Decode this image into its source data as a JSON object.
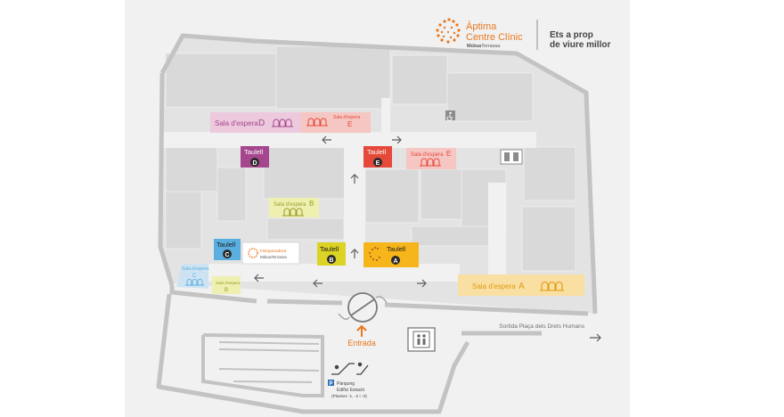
{
  "brand": {
    "name_line1": "Àptima",
    "name_line2": "Centre Clínic",
    "sub_part1": "Mútua",
    "sub_part2": "Terrassa",
    "tagline_line1": "Ets a prop",
    "tagline_line2": "de viure millor",
    "accent_color": "#e8781e"
  },
  "counters": [
    {
      "id": "a",
      "label": "Taulell",
      "letter": "A",
      "color": "#f7b51c"
    },
    {
      "id": "b",
      "label": "Taulell",
      "letter": "B",
      "color": "#dcd324"
    },
    {
      "id": "c",
      "label": "Taulell",
      "letter": "C",
      "color": "#5aafe0"
    },
    {
      "id": "d",
      "label": "Taulell",
      "letter": "D",
      "color": "#a6468e"
    },
    {
      "id": "e",
      "label": "Taulell",
      "letter": "E",
      "color": "#e5493a"
    }
  ],
  "waiting_rooms": {
    "a": {
      "label": "Sala d'espera",
      "letter": "A",
      "color": "#f9dfa2"
    },
    "b_center": {
      "label": "Sala d'espera",
      "letter": "B",
      "color": "#eef0b0"
    },
    "b_small": {
      "label": "Sala d'espera",
      "letter": "B",
      "color": "#eef0b0"
    },
    "c": {
      "label": "Sala d'espera",
      "letter": "C",
      "color": "#cde3f2"
    },
    "d": {
      "label": "Sala d'espera",
      "letter": "D",
      "color": "#ecc9dd"
    },
    "e_left": {
      "label": "Sala d'espera",
      "letter": "E",
      "color": "#f5c6c2"
    },
    "e_right": {
      "label": "Sala d'espera",
      "letter": "E",
      "color": "#f5c6c2"
    }
  },
  "entrance_label": "Entrada",
  "exit_label": "Sortida Plaça dels Drets Humans",
  "parking": {
    "icon": "P",
    "line1": "Pàrquing",
    "line2": "Edifici Estació",
    "line3": "(Plantes -1, -2 i -3)"
  },
  "mutua_box": {
    "line1": "Fisioperadora",
    "line2": "MútuaTerrassa"
  },
  "icons": [
    "wheelchair-icon",
    "toilets-icon",
    "elevator-icon",
    "escalator-icon",
    "revolving-door-icon",
    "arrow-icon",
    "seats-icon"
  ]
}
